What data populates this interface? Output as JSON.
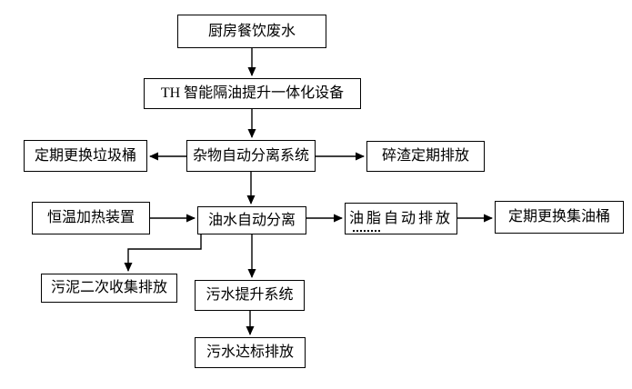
{
  "diagram": {
    "type": "flowchart",
    "colors": {
      "background": "#ffffff",
      "line": "#000000",
      "box_border": "#000000",
      "text": "#000000"
    },
    "nodes": {
      "kitchen_wastewater": {
        "label": "厨房餐饮废水"
      },
      "th_device": {
        "label": "TH 智能隔油提升一体化设备"
      },
      "trash_bin_replacement": {
        "label": "定期更换垃圾桶"
      },
      "debris_separation": {
        "label": "杂物自动分离系统"
      },
      "residue_discharge": {
        "label": "碎渣定期排放"
      },
      "heating_device": {
        "label": "恒温加热装置"
      },
      "oil_water_separation": {
        "label": "油水自动分离"
      },
      "grease_discharge": {
        "label": "油脂自动排放"
      },
      "oil_barrel_replacement": {
        "label": "定期更换集油桶"
      },
      "sludge_collection": {
        "label": "污泥二次收集排放"
      },
      "sewage_lifting": {
        "label": "污水提升系统"
      },
      "standard_discharge": {
        "label": "污水达标排放"
      }
    },
    "edges": [
      {
        "from": "kitchen_wastewater",
        "to": "th_device"
      },
      {
        "from": "th_device",
        "to": "debris_separation"
      },
      {
        "from": "debris_separation",
        "to": "trash_bin_replacement"
      },
      {
        "from": "debris_separation",
        "to": "residue_discharge"
      },
      {
        "from": "debris_separation",
        "to": "oil_water_separation"
      },
      {
        "from": "heating_device",
        "to": "oil_water_separation"
      },
      {
        "from": "oil_water_separation",
        "to": "grease_discharge"
      },
      {
        "from": "grease_discharge",
        "to": "oil_barrel_replacement"
      },
      {
        "from": "oil_water_separation",
        "to": "sludge_collection"
      },
      {
        "from": "oil_water_separation",
        "to": "sewage_lifting"
      },
      {
        "from": "sewage_lifting",
        "to": "standard_discharge"
      }
    ]
  }
}
